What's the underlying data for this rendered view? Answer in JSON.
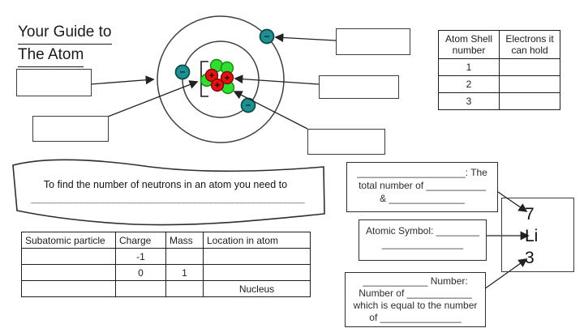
{
  "title": {
    "line1": "Your Guide to",
    "line2": "The Atom"
  },
  "colors": {
    "electron": "#1F8F8F",
    "electron_border": "#0A4A4A",
    "proton": "#E81111",
    "proton_border": "#7A0808",
    "neutron": "#2FDE2F",
    "neutron_border": "#128A12",
    "outline": "#3a3a3a",
    "arrow": "#222222"
  },
  "shell_table": {
    "headers": [
      "Atom Shell number",
      "Electrons it can hold"
    ],
    "rows": [
      [
        "1",
        ""
      ],
      [
        "2",
        ""
      ],
      [
        "3",
        ""
      ]
    ]
  },
  "particle_table": {
    "headers": [
      "Subatomic particle",
      "Charge",
      "Mass",
      "Location in atom"
    ],
    "rows": [
      [
        "",
        "-1",
        "",
        ""
      ],
      [
        "",
        "0",
        "1",
        ""
      ],
      [
        "",
        "",
        "",
        "Nucleus"
      ]
    ]
  },
  "ribbon": {
    "text": "To find the number of neutrons in an atom you need to",
    "blank": "____________________________________________________"
  },
  "right_panel": {
    "mass_number_box": {
      "lines": [
        "____________________: The",
        "total number of ___________",
        "&  ______________"
      ]
    },
    "atomic_symbol_box": {
      "lines": [
        "Atomic Symbol: ________",
        "_______________"
      ]
    },
    "atomic_number_box": {
      "lines": [
        "____________ Number:",
        "Number of ____________",
        "which is equal to the number",
        "of _______________"
      ]
    },
    "isotope": {
      "mass_number": "7",
      "symbol": "Li",
      "atomic_number": "3"
    }
  }
}
